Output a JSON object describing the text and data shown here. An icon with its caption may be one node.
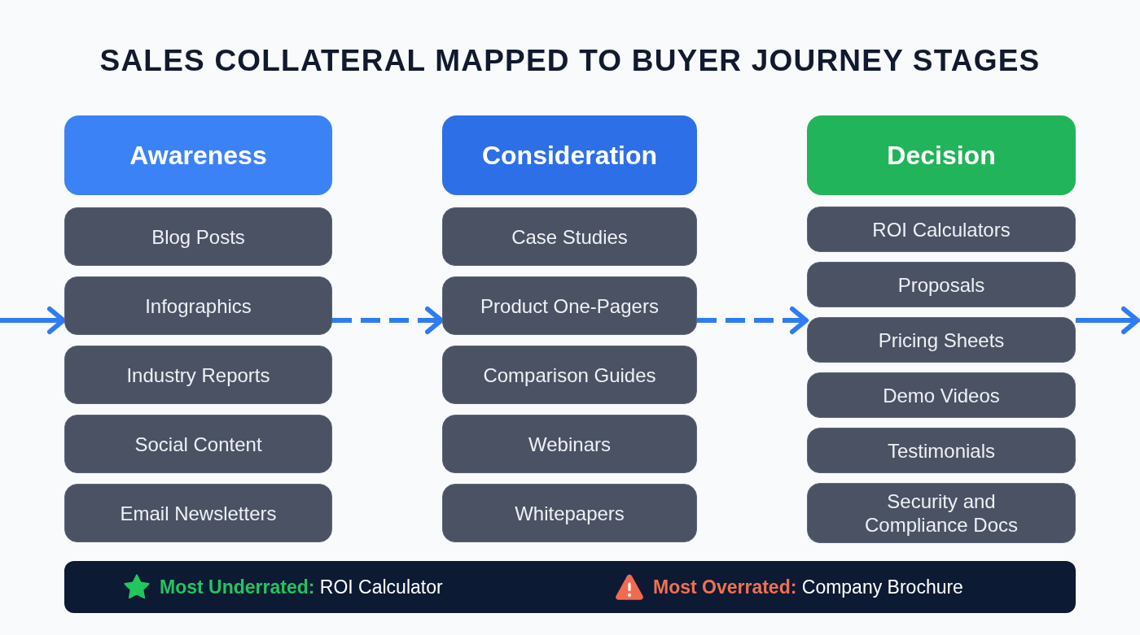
{
  "diagram": {
    "title": "SALES COLLATERAL MAPPED TO BUYER JOURNEY STAGES",
    "nodes": [
      {
        "text": [
          "Awareness"
        ]
      },
      {
        "text": [
          "Blog Posts"
        ]
      },
      {
        "text": [
          "Infographics"
        ]
      },
      {
        "text": [
          "Industry Reports"
        ]
      },
      {
        "text": [
          "Social Content"
        ]
      },
      {
        "text": [
          "Email Newsletters"
        ]
      },
      {
        "text": [
          "Consideration"
        ]
      },
      {
        "text": [
          "Case Studies"
        ]
      },
      {
        "text": [
          "Product One-Pagers"
        ]
      },
      {
        "text": [
          "Comparison Guides"
        ]
      },
      {
        "text": [
          "Webinars"
        ]
      },
      {
        "text": [
          "Whitepapers"
        ]
      },
      {
        "text": [
          "Decision"
        ]
      },
      {
        "text": [
          "ROI Calculators"
        ]
      },
      {
        "text": [
          "Proposals"
        ]
      },
      {
        "text": [
          "Pricing Sheets"
        ]
      },
      {
        "text": [
          "Demo Videos"
        ]
      },
      {
        "text": [
          "Testimonials"
        ]
      },
      {
        "text": [
          "Security and Compliance Docs"
        ]
      },
      {
        "text": [
          "**Most Underrated:** ROI Calculator",
          "**Most Overrated:** Company Brochure"
        ]
      }
    ],
    "edges": [
      {
        "from": null,
        "to": 2,
        "arrow": "to"
      },
      {
        "from": 2,
        "to": 8,
        "arrow": "to",
        "style": "dashed"
      },
      {
        "from": 8,
        "to": 15,
        "arrow": "to",
        "style": "dashed"
      },
      {
        "from": 15,
        "to": null,
        "arrow": "to"
      }
    ]
  }
}
